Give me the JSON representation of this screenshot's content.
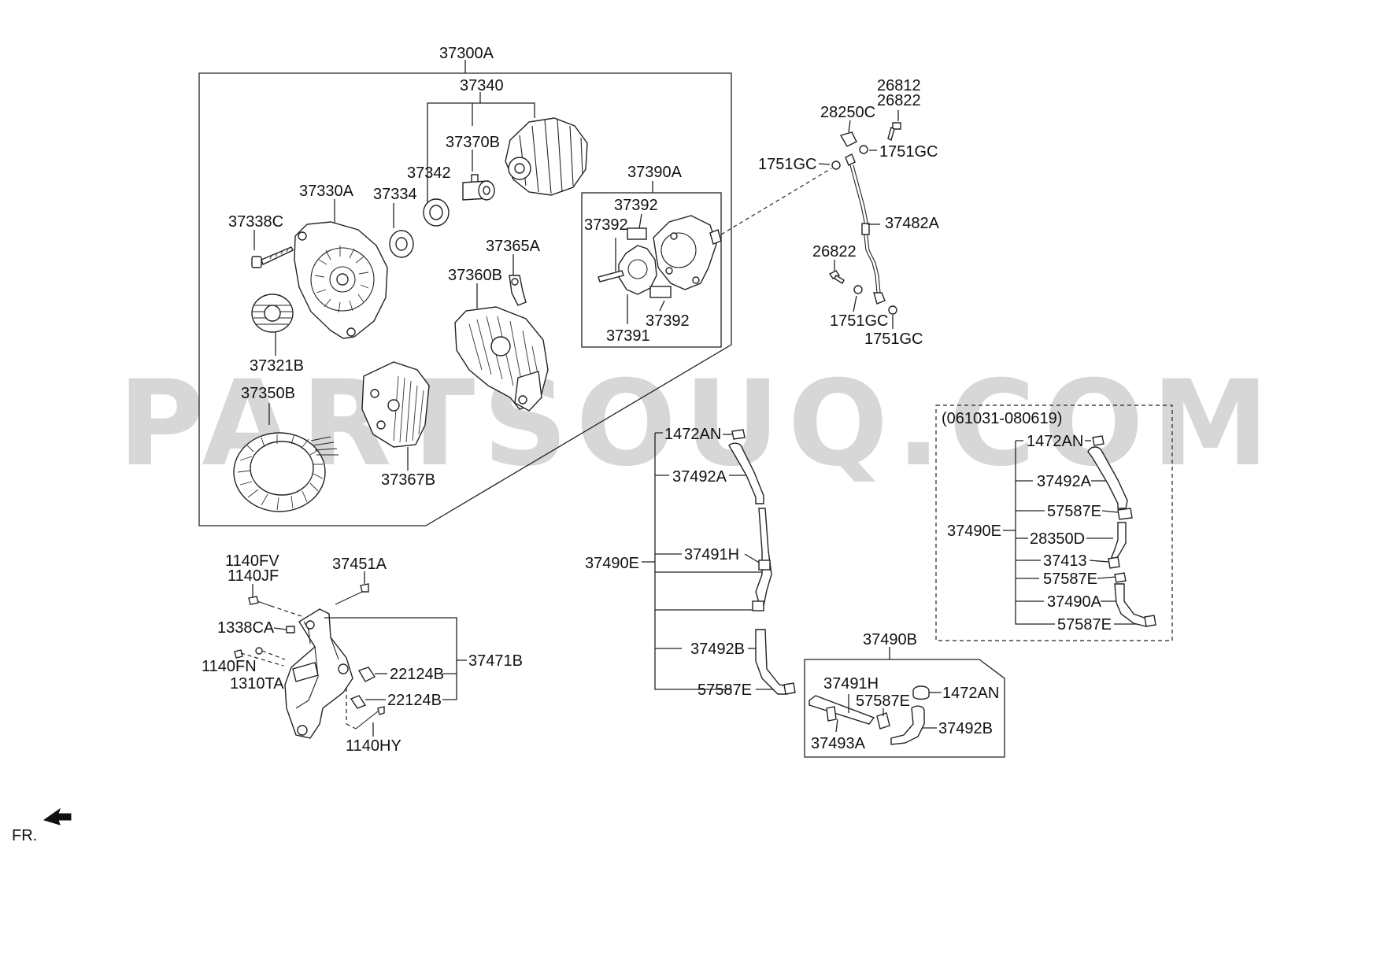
{
  "watermark": "PARTSOUQ.COM",
  "direction_label": "FR.",
  "variant_range_label": "(061031-080619)",
  "labels": {
    "l37300A": "37300A",
    "l37340": "37340",
    "l37370B": "37370B",
    "l37342": "37342",
    "l37334": "37334",
    "l37330A": "37330A",
    "l37338C": "37338C",
    "l37321B": "37321B",
    "l37350B": "37350B",
    "l37367B": "37367B",
    "l37360B": "37360B",
    "l37365A": "37365A",
    "l37390A": "37390A",
    "l37392a": "37392",
    "l37392b": "37392",
    "l37392c": "37392",
    "l37391": "37391",
    "l26812": "26812",
    "l26822a": "26822",
    "l28250C": "28250C",
    "l1751GCa": "1751GC",
    "l1751GCb": "1751GC",
    "l37482A": "37482A",
    "l26822b": "26822",
    "l1751GCc": "1751GC",
    "l1751GCd": "1751GC",
    "l1140FV": "1140FV",
    "l1140JF": "1140JF",
    "l37451A": "37451A",
    "l1338CA": "1338CA",
    "l1140FN": "1140FN",
    "l1310TA": "1310TA",
    "l22124Ba": "22124B",
    "l22124Bb": "22124B",
    "l37471B": "37471B",
    "l1140HY": "1140HY",
    "m1472AN": "1472AN",
    "m37492A": "37492A",
    "m37490E": "37490E",
    "m37491H": "37491H",
    "m37492B": "37492B",
    "m57587E": "57587E",
    "b37490B": "37490B",
    "b37491H": "37491H",
    "b57587E": "57587E",
    "b1472AN": "1472AN",
    "b37492B": "37492B",
    "b37493A": "37493A",
    "r1472AN": "1472AN",
    "r37492A": "37492A",
    "r57587Ea": "57587E",
    "r37490E": "37490E",
    "r28350D": "28350D",
    "r37413": "37413",
    "r57587Eb": "57587E",
    "r37490A": "37490A",
    "r57587Ec": "57587E"
  }
}
